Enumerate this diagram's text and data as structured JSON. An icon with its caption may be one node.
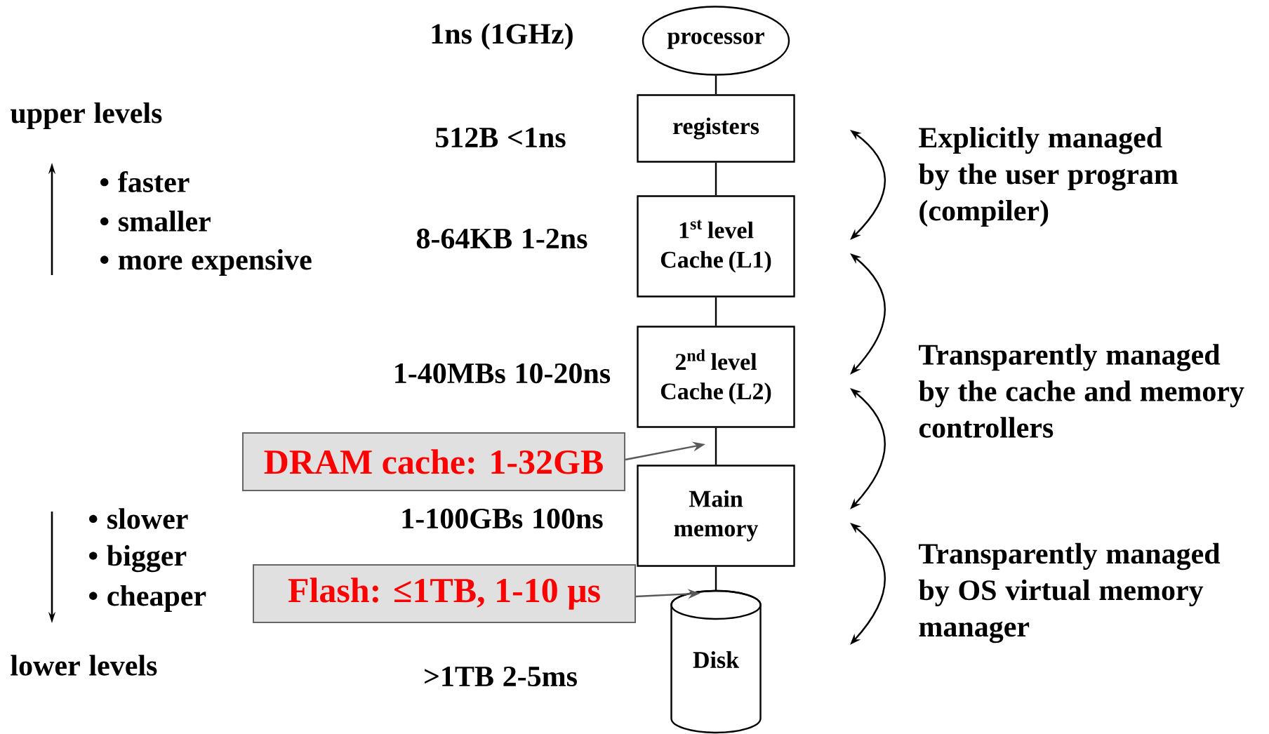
{
  "diagram": {
    "nodes": [
      {
        "text": [
          "processor"
        ]
      },
      {
        "text": [
          "registers"
        ]
      },
      {
        "text": [
          "1$^{st}$ level Cache (L1)"
        ]
      },
      {
        "text": [
          "2$^{nd}$ level Cache (L2)"
        ]
      },
      {
        "text": [
          "Main memory"
        ]
      },
      {
        "text": [
          "Disk"
        ]
      },
      {
        "text": [
          "DRAM cache: 1-32GB"
        ]
      },
      {
        "text": [
          "Flash: ≤1TB, 1-10 μs"
        ]
      }
    ],
    "edges": [
      {
        "from": 0,
        "to": 1,
        "arrow": "none"
      },
      {
        "from": 1,
        "to": 2,
        "arrow": "none"
      },
      {
        "from": 2,
        "to": 3,
        "arrow": "none"
      },
      {
        "from": 3,
        "to": 4,
        "arrow": "none"
      },
      {
        "from": 4,
        "to": 5,
        "arrow": "none"
      },
      {
        "from": 6,
        "to": null,
        "arrow": "to",
        "color": "#595959"
      },
      {
        "from": 7,
        "to": 5,
        "arrow": "to",
        "color": "#595959"
      }
    ],
    "labels": [
      "1ns (1GHz)",
      "upper levels",
      "512B <1ns",
      "Explicitly managed by the user program (compiler)",
      "• faster",
      "• smaller",
      "8-64KB 1-2ns",
      "• more expensive",
      "1-40MBs 10-20ns",
      "Transparently managed by the cache and memory controllers",
      "• slower",
      "1-100GBs 100ns",
      "• bigger",
      "• cheaper",
      "Transparently managed by OS virtual memory manager",
      "lower levels",
      ">1TB 2-5ms"
    ]
  }
}
